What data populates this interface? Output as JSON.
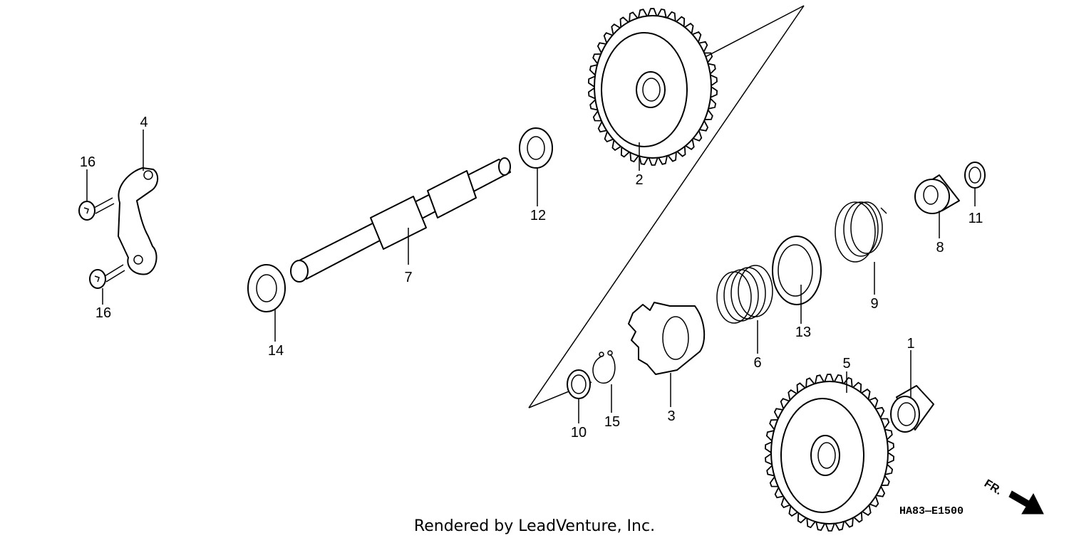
{
  "diagram": {
    "drawing_code": "HA83—E1500",
    "footer_text": "Rendered by LeadVenture, Inc.",
    "direction_label": "FR.",
    "callouts": {
      "c1": "1",
      "c2": "2",
      "c3": "3",
      "c4": "4",
      "c5": "5",
      "c6": "6",
      "c7": "7",
      "c8": "8",
      "c9": "9",
      "c10": "10",
      "c11": "11",
      "c12": "12",
      "c13": "13",
      "c14": "14",
      "c15": "15",
      "c16a": "16",
      "c16b": "16"
    },
    "colors": {
      "line": "#000000",
      "background": "#ffffff"
    }
  }
}
